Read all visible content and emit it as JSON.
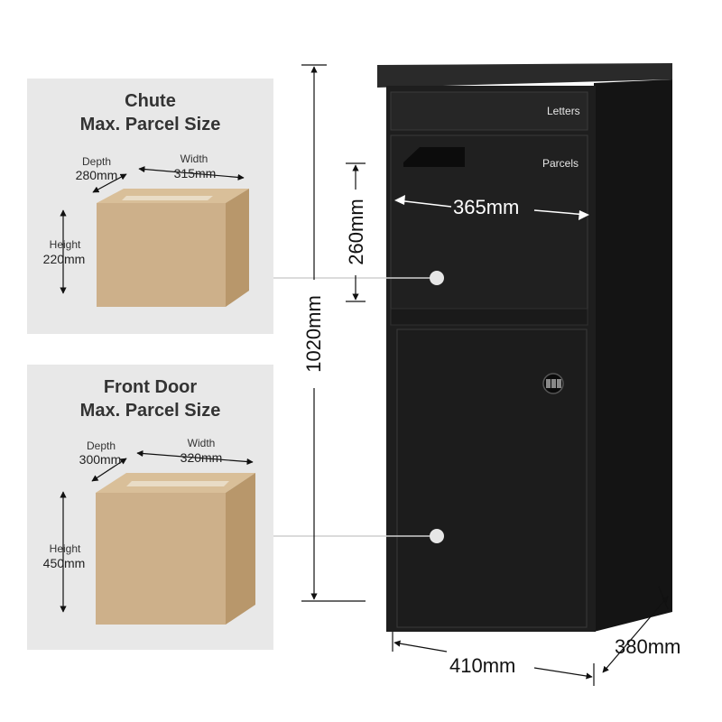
{
  "chute": {
    "title_line1": "Chute",
    "title_line2": "Max. Parcel Size",
    "depth_label": "Depth",
    "depth_value": "280mm",
    "width_label": "Width",
    "width_value": "315mm",
    "height_label": "Height",
    "height_value": "220mm"
  },
  "front_door": {
    "title_line1": "Front Door",
    "title_line2": "Max. Parcel Size",
    "depth_label": "Depth",
    "depth_value": "300mm",
    "width_label": "Width",
    "width_value": "320mm",
    "height_label": "Height",
    "height_value": "450mm"
  },
  "cabinet": {
    "letters_label": "Letters",
    "parcels_label": "Parcels",
    "chute_width": "365mm",
    "chute_height": "260mm",
    "total_height": "1020mm",
    "total_width": "410mm",
    "total_depth": "380mm"
  },
  "colors": {
    "cabinet_body": "#1b1b1b",
    "panel_bg": "#e8e8e8",
    "box_cardboard": "#cdb08a"
  }
}
